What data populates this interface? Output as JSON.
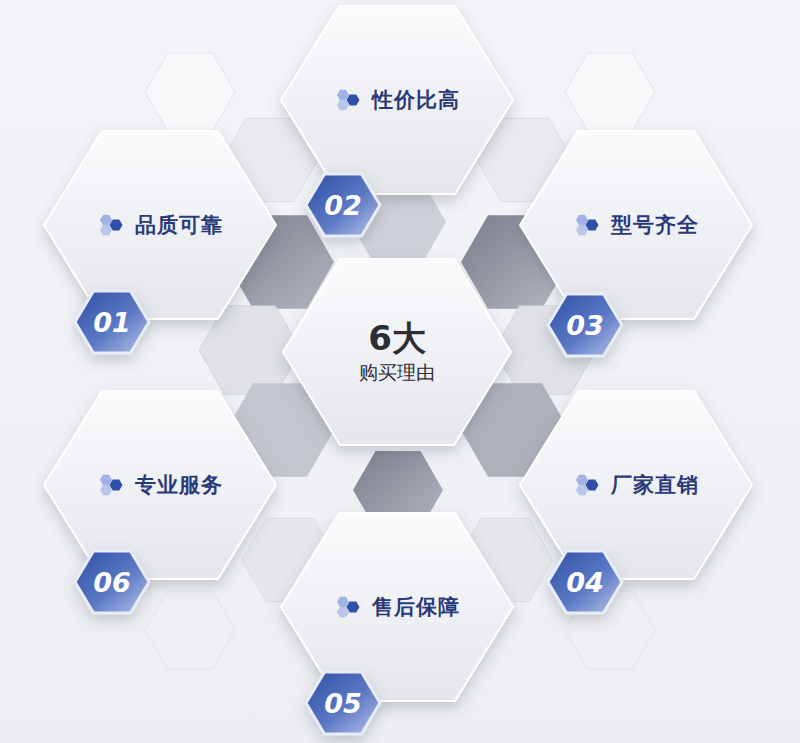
{
  "diagram": {
    "nodes": [
      {
        "text": [
          "性价比高"
        ]
      },
      {
        "text": [
          "02"
        ]
      },
      {
        "text": [
          "品质可靠"
        ]
      },
      {
        "text": [
          "型号齐全"
        ]
      },
      {
        "text": [
          "01"
        ]
      },
      {
        "text": [
          "03"
        ]
      },
      {
        "text": [
          "6大",
          "购买理由"
        ]
      },
      {
        "text": [
          "专业服务"
        ]
      },
      {
        "text": [
          "厂家直销"
        ]
      },
      {
        "text": [
          "06"
        ]
      },
      {
        "text": [
          "04"
        ]
      },
      {
        "text": [
          "售后保障"
        ]
      },
      {
        "text": [
          "05"
        ]
      }
    ]
  }
}
